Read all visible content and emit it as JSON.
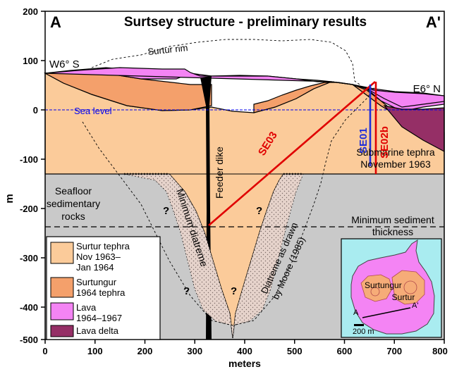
{
  "title": "Surtsey structure - preliminary results",
  "corner_left": "A",
  "corner_right": "A'",
  "side_left": "W6° S",
  "side_right": "E6° N",
  "sea_level": "Sea level",
  "surtur_rim": "Surtur rim",
  "feeder_dike": "Feeder dike",
  "min_diatreme": "Minimum diatreme",
  "diatreme_moore": [
    "Diatreme as drawn",
    "by Moore (1985)"
  ],
  "seafloor": [
    "Seafloor",
    "sedimentary",
    "rocks"
  ],
  "min_sediment": [
    "Minimum sediment",
    "thickness"
  ],
  "submarine_tephra": [
    "Submarine tephra",
    "November 1963"
  ],
  "question": "?",
  "boreholes": {
    "se03": "SE03",
    "se01": "SE01",
    "se02b": "SE02b"
  },
  "colors": {
    "surtur_tephra": "#FBCB9A",
    "surtungur_tephra": "#F4A06B",
    "lava": "#F484F4",
    "lava_delta": "#952F66",
    "seafloor": "#C9C9C9",
    "sea_level_line": "#0000EE",
    "se03": "#E00000",
    "se01": "#1F2DD9",
    "se02b": "#E00000",
    "inset_sea": "#A9ECF0"
  },
  "legend": [
    {
      "label": [
        "Surtur tephra",
        "Nov 1963–",
        "Jan 1964"
      ],
      "color": "#FBCB9A"
    },
    {
      "label": [
        "Surtungur",
        "1964 tephra"
      ],
      "color": "#F4A06B"
    },
    {
      "label": [
        "Lava",
        "1964–1967"
      ],
      "color": "#F484F4"
    },
    {
      "label": [
        "Lava delta"
      ],
      "color": "#952F66"
    }
  ],
  "inset": {
    "surtungur": "Surtungur",
    "surtur": "Surtur",
    "a": "A",
    "a_prime": "A'",
    "scale": "200 m"
  },
  "x_axis": {
    "label": "meters",
    "ticks": [
      "0",
      "100",
      "200",
      "300",
      "400",
      "500",
      "600",
      "700",
      "800"
    ]
  },
  "y_axis": {
    "label": "m",
    "ticks": [
      "200",
      "100",
      "0",
      "-100",
      "-200",
      "-300",
      "-400",
      "-500"
    ]
  }
}
